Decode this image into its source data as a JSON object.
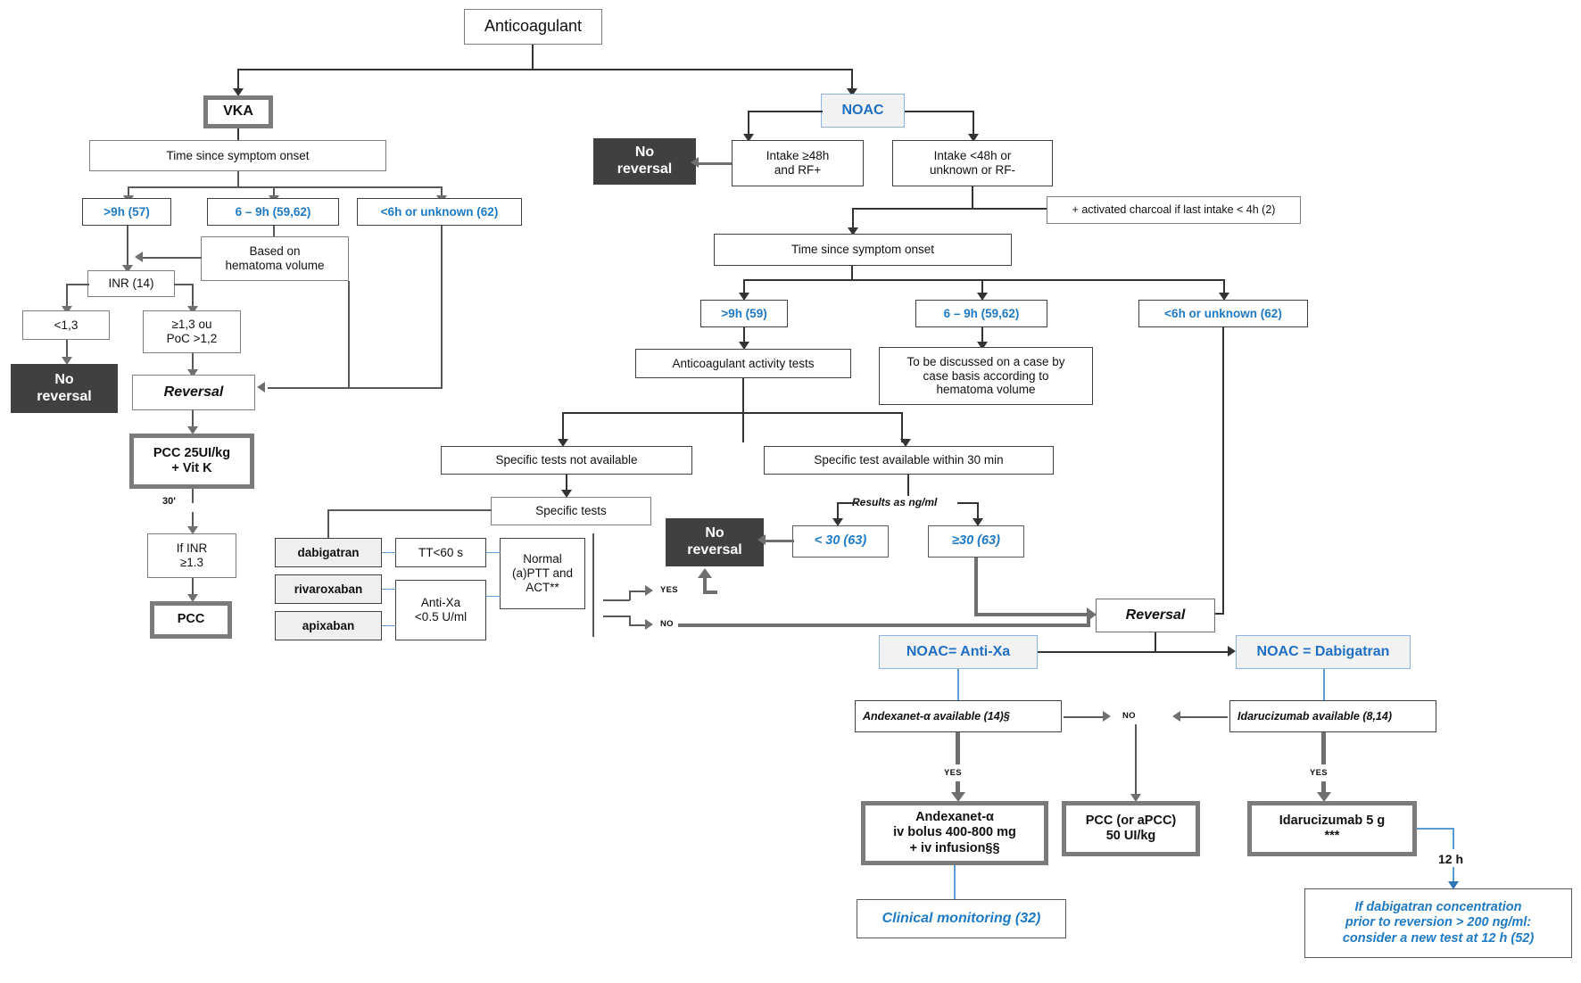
{
  "title": "Anticoagulant reversal algorithm flowchart",
  "colors": {
    "blue_text": "#1f7ac4",
    "blue_border": "#8eb4e3",
    "dark_fill": "#404040",
    "gray_border": "#7f7f7f",
    "thick_border": "#7b7b7b"
  },
  "nodes": {
    "root": "Anticoagulant",
    "vka": "VKA",
    "noac": "NOAC",
    "vka_time": "Time since symptom onset",
    "vka_gt9h": ">9h (57)",
    "vka_6_9h": "6 – 9h (59,62)",
    "vka_lt6h": "<6h or unknown (62)",
    "vka_hematoma": "Based on\nhematoma volume",
    "vka_inr": "INR (14)",
    "vka_lt13": "<1,3",
    "vka_ge13": "≥1,3 ou\nPoC >1,2",
    "vka_no_reversal": "No\nreversal",
    "vka_reversal": "Reversal",
    "vka_pcc_vitk": "PCC 25UI/kg\n+ Vit K",
    "vka_30min": "30'",
    "vka_if_inr": "If INR\n≥1.3",
    "vka_pcc": "PCC",
    "noac_no_reversal": "No\nreversal",
    "noac_intake_ge48": "Intake ≥48h\nand RF+",
    "noac_intake_lt48": "Intake <48h or\nunknown or RF-",
    "noac_charcoal": "+ activated charcoal if last intake < 4h (2)",
    "noac_time": "Time since symptom onset",
    "noac_gt9h": ">9h (59)",
    "noac_6_9h": "6 – 9h (59,62)",
    "noac_lt6h": "<6h or unknown (62)",
    "noac_activity_tests": "Anticoagulant activity tests",
    "noac_case_by_case": "To be discussed on a case by\ncase basis according to\nhematoma volume",
    "noac_tests_not_avail": "Specific tests not available",
    "noac_test_avail_30": "Specific test available within 30 min",
    "noac_specific_tests": "Specific tests",
    "noac_results_ngml": "Results as ng/ml",
    "noac_lt30": "< 30 (63)",
    "noac_ge30": "≥30 (63)",
    "noac_no_reversal2": "No\nreversal",
    "drug_dabigatran": "dabigatran",
    "drug_rivaroxaban": "rivaroxaban",
    "drug_apixaban": "apixaban",
    "test_tt": "TT<60 s",
    "test_antixa": "Anti-Xa\n<0.5 U/ml",
    "test_normal": "Normal\n(a)PTT and\nACT**",
    "yes_label": "YES",
    "no_label": "NO",
    "noac_reversal": "Reversal",
    "noac_antixa": "NOAC=  Anti-Xa",
    "noac_dabigatran": "NOAC = Dabigatran",
    "andexanet_avail": "Andexanet-α available (14)§",
    "idarucizumab_avail": "Idarucizumab available (8,14)",
    "no_middle": "NO",
    "yes_left": "YES",
    "yes_right": "YES",
    "andexanet_dose": "Andexanet-α\niv bolus 400-800 mg\n+ iv infusion§§",
    "pcc_apcc": "PCC  (or aPCC)\n50 UI/kg",
    "idarucizumab_dose": "Idarucizumab  5 g\n***",
    "clinical_monitoring": "Clinical  monitoring (32)",
    "twelve_h": "12 h",
    "dabi_note": "If dabigatran concentration\nprior to reversion  > 200 ng/ml:\nconsider a new test at 12 h (52)"
  }
}
